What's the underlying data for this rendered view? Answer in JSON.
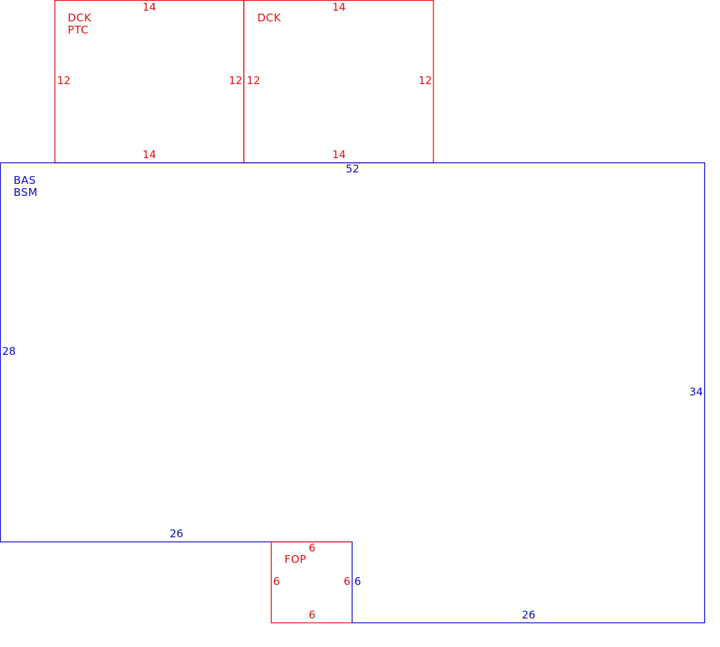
{
  "colors": {
    "addition": "#e01010",
    "main": "#0a0ac8"
  },
  "areas": {
    "main": {
      "codes": [
        "BAS",
        "BSM"
      ],
      "dims": {
        "top": "52",
        "left": "28",
        "right": "34",
        "bottom_left": "26",
        "bottom_right": "26",
        "step": "6"
      }
    },
    "deck1": {
      "codes": [
        "DCK",
        "PTC"
      ],
      "dims": {
        "top": "14",
        "bottom": "14",
        "left": "12",
        "right": "12"
      }
    },
    "deck2": {
      "codes": [
        "DCK"
      ],
      "dims": {
        "top": "14",
        "bottom": "14",
        "left": "12",
        "right": "12"
      }
    },
    "porch": {
      "codes": [
        "FOP"
      ],
      "dims": {
        "top": "6",
        "bottom": "6",
        "left": "6",
        "right": "6"
      }
    }
  }
}
